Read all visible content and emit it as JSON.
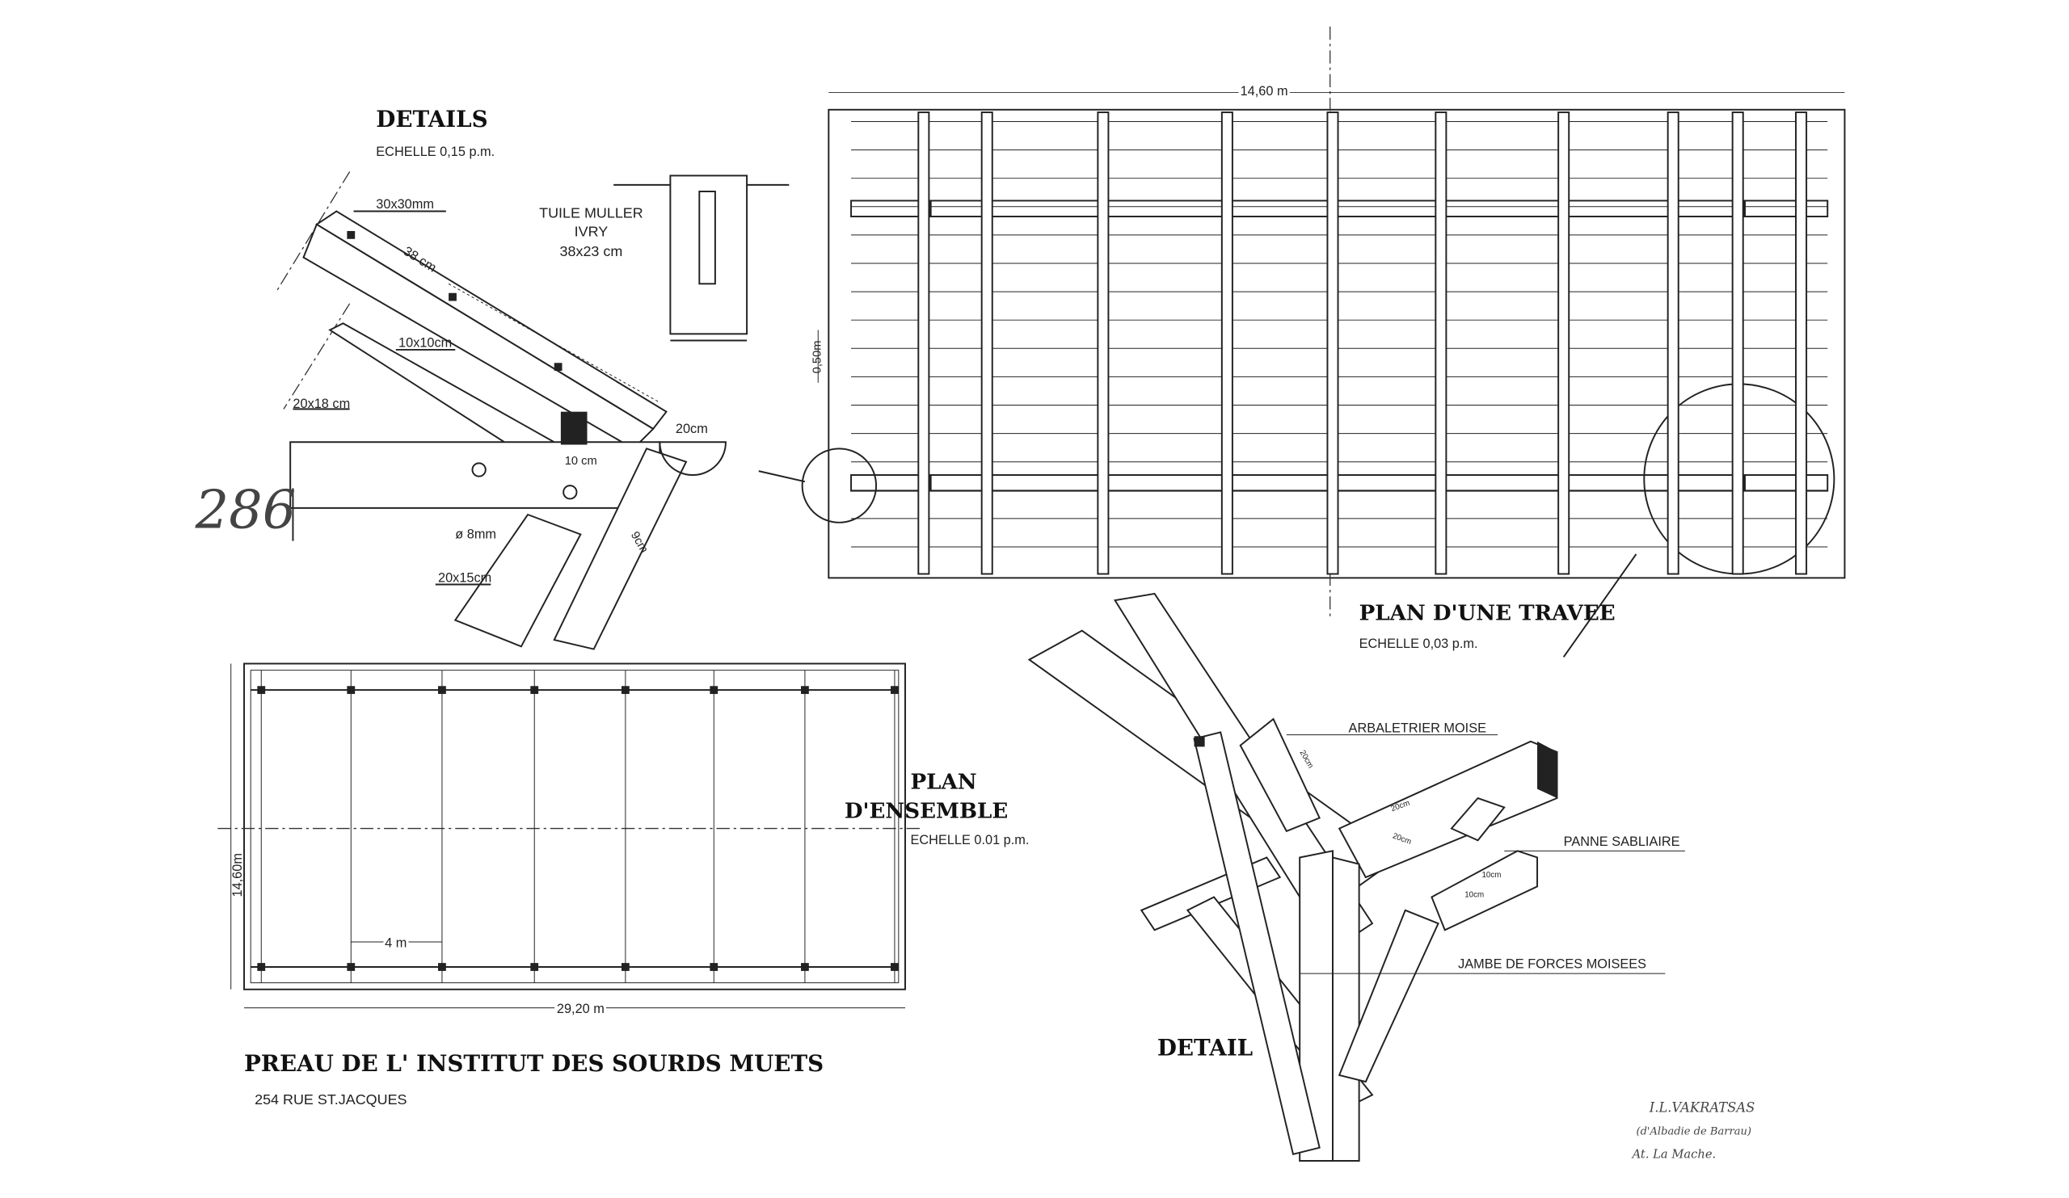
{
  "details": {
    "title": "DETAILS",
    "scale": "ECHELLE 0,15 p.m.",
    "dims": [
      "30x30mm",
      "38 cm",
      "10x10cm",
      "20x18 cm",
      "20cm",
      "10 cm",
      "ø 8mm",
      "20x15cm",
      "9cm"
    ],
    "tile": [
      "TUILE MULLER",
      "IVRY",
      "38x23 cm"
    ],
    "archive_number": "286"
  },
  "plan_travee": {
    "title": "PLAN D'UNE TRAVEE",
    "scale": "ECHELLE 0,03 p.m.",
    "width": "14,60 m",
    "spacing": "0,50m"
  },
  "plan_ensemble": {
    "title_line1": "PLAN",
    "title_line2": "D'ENSEMBLE",
    "scale": "ECHELLE 0.01 p.m.",
    "height": "14,60m",
    "bay": "4 m",
    "length": "29,20 m"
  },
  "project": {
    "title": "PREAU DE L' INSTITUT DES SOURDS MUETS",
    "address": "254 RUE ST.JACQUES"
  },
  "detail": {
    "title": "DETAIL",
    "labels": [
      "ARBALETRIER MOISE",
      "PANNE SABLIAIRE",
      "JAMBE DE FORCES MOISEES"
    ],
    "dims": [
      "20cm",
      "20cm",
      "10cm",
      "10cm",
      "20cm"
    ]
  },
  "signature": [
    "I.L.VAKRATSAS",
    "(d'Albadie de Barrau)",
    "At. La Mache."
  ]
}
